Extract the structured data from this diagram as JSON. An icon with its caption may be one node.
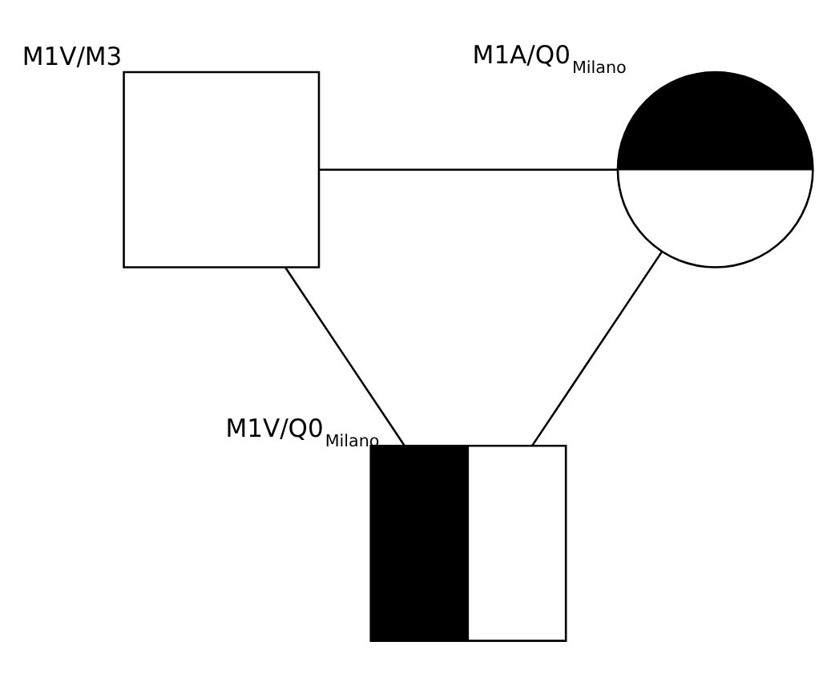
{
  "diagram": {
    "nodes": [
      {
        "text": [
          "M1V/M3"
        ]
      },
      {
        "text": [
          "M1A/Q0$_{Milano}$"
        ]
      },
      {
        "text": [
          "M1V/Q0$_{Milano}$"
        ]
      }
    ],
    "edges": [
      {
        "from": 0,
        "to": 1,
        "arrow": "none"
      },
      {
        "from": 0,
        "to": 2,
        "arrow": "none"
      },
      {
        "from": 1,
        "to": 2,
        "arrow": "none"
      }
    ]
  }
}
